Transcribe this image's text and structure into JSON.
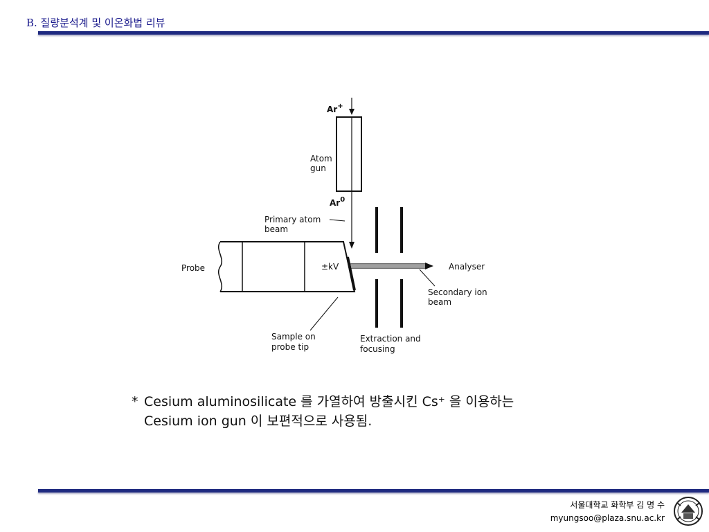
{
  "header": {
    "title": "B. 질량분석계 및 이온화법 리뷰"
  },
  "diagram": {
    "labels": {
      "ar_plus_main": "Ar",
      "ar_plus_sup": "+",
      "atom_gun_line1": "Atom",
      "atom_gun_line2": "gun",
      "ar_zero_main": "Ar",
      "ar_zero_sup": "0",
      "primary_beam_line1": "Primary atom",
      "primary_beam_line2": "beam",
      "probe": "Probe",
      "kv": "±kV",
      "analyser": "Analyser",
      "secondary_line1": "Secondary ion",
      "secondary_line2": "beam",
      "sample_line1": "Sample on",
      "sample_line2": "probe tip",
      "extraction_line1": "Extraction and",
      "extraction_line2": "focusing"
    }
  },
  "note": {
    "bullet": "*",
    "line1": "Cesium aluminosilicate 를 가열하여 방출시킨 Cs⁺ 을 이용하는",
    "line2": "Cesium ion gun 이 보편적으로 사용됨."
  },
  "footer": {
    "affiliation": "서울대학교 화학부 김 명 수",
    "email": "myungsoo@plaza.snu.ac.kr"
  },
  "colors": {
    "title_text": "#1a1a8c",
    "rule": "#1f2a80"
  }
}
